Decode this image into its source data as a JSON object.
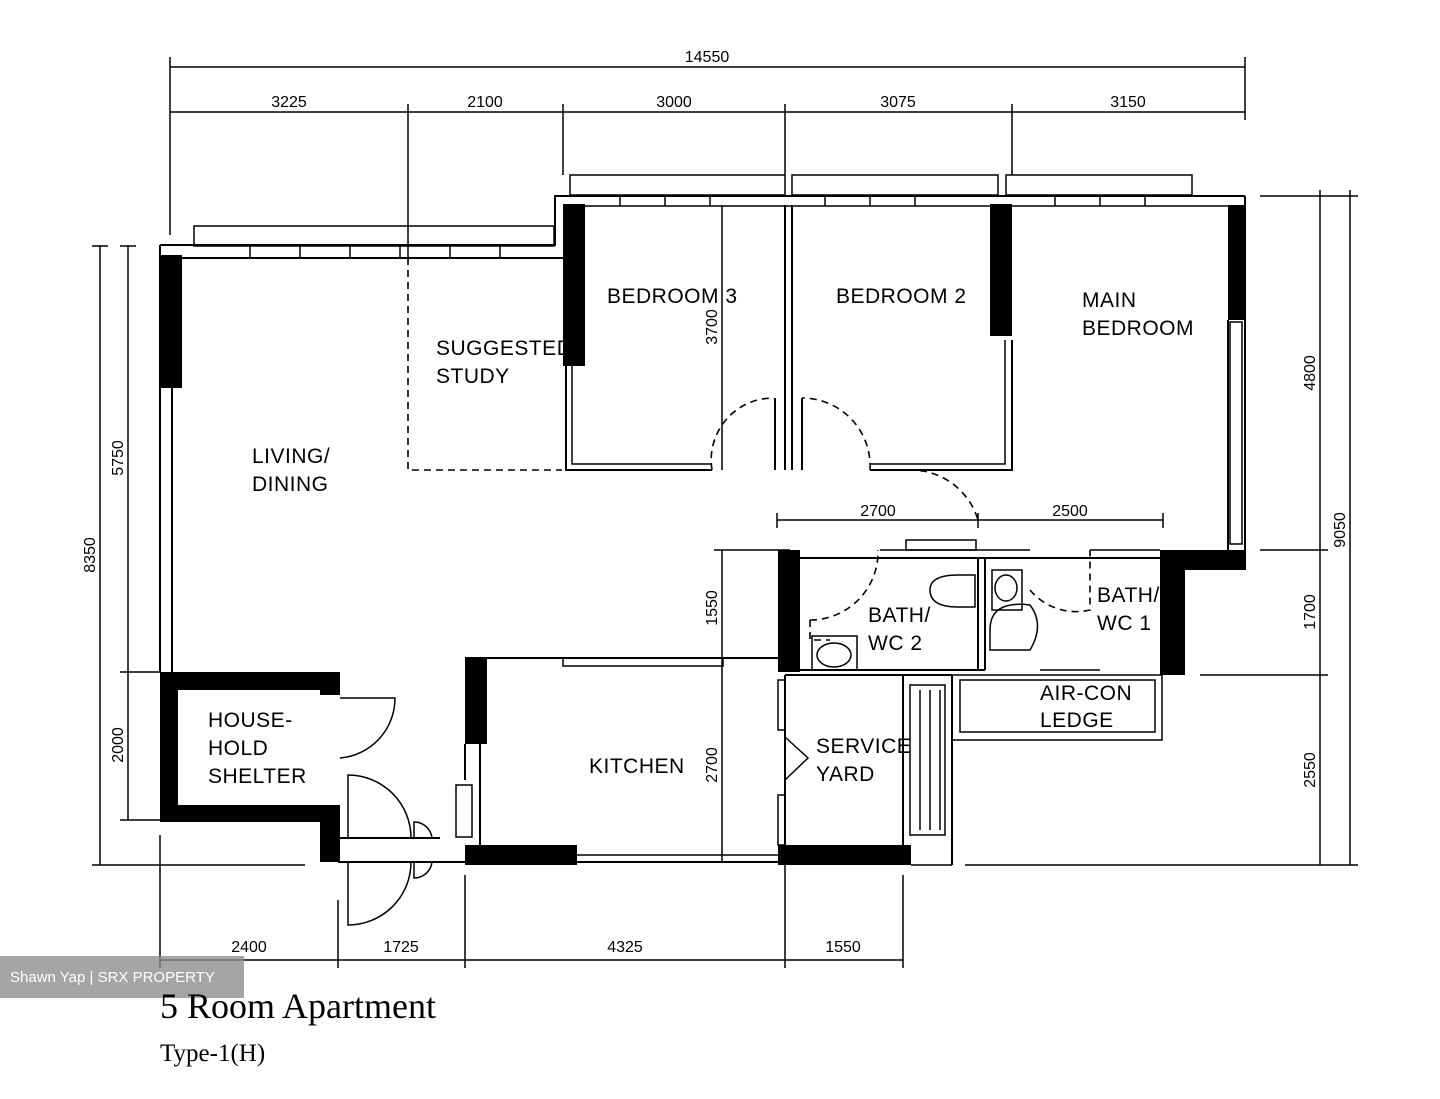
{
  "rooms": {
    "living_dining": [
      "LIVING/",
      "DINING"
    ],
    "suggested_study": [
      "SUGGESTED",
      "STUDY"
    ],
    "bedroom_3": "BEDROOM 3",
    "bedroom_2": "BEDROOM 2",
    "main_bedroom": [
      "MAIN",
      "BEDROOM"
    ],
    "bath_wc_2": [
      "BATH/",
      "WC 2"
    ],
    "bath_wc_1": [
      "BATH/",
      "WC 1"
    ],
    "air_con_ledge": [
      "AIR-CON",
      "LEDGE"
    ],
    "kitchen": "KITCHEN",
    "service_yard": [
      "SERVICE",
      "YARD"
    ],
    "household_shelter": [
      "HOUSE-",
      "HOLD",
      "SHELTER"
    ]
  },
  "dimensions": {
    "total_width": "14550",
    "top": [
      "3225",
      "2100",
      "3000",
      "3075",
      "3150"
    ],
    "bottom": [
      "2400",
      "1725",
      "4325",
      "1550"
    ],
    "left_total": "8350",
    "left_upper": "5750",
    "left_lower": "2000",
    "right_total": "9050",
    "right": [
      "4800",
      "1700",
      "2550"
    ],
    "bath_widths": [
      "2700",
      "2500"
    ],
    "bedroom3_depth": "3700",
    "bath_depth": "1550",
    "kitchen_depth": "2700"
  },
  "watermark": "Shawn Yap | SRX PROPERTY",
  "title": "5 Room Apartment",
  "subtitle": "Type-1(H)"
}
